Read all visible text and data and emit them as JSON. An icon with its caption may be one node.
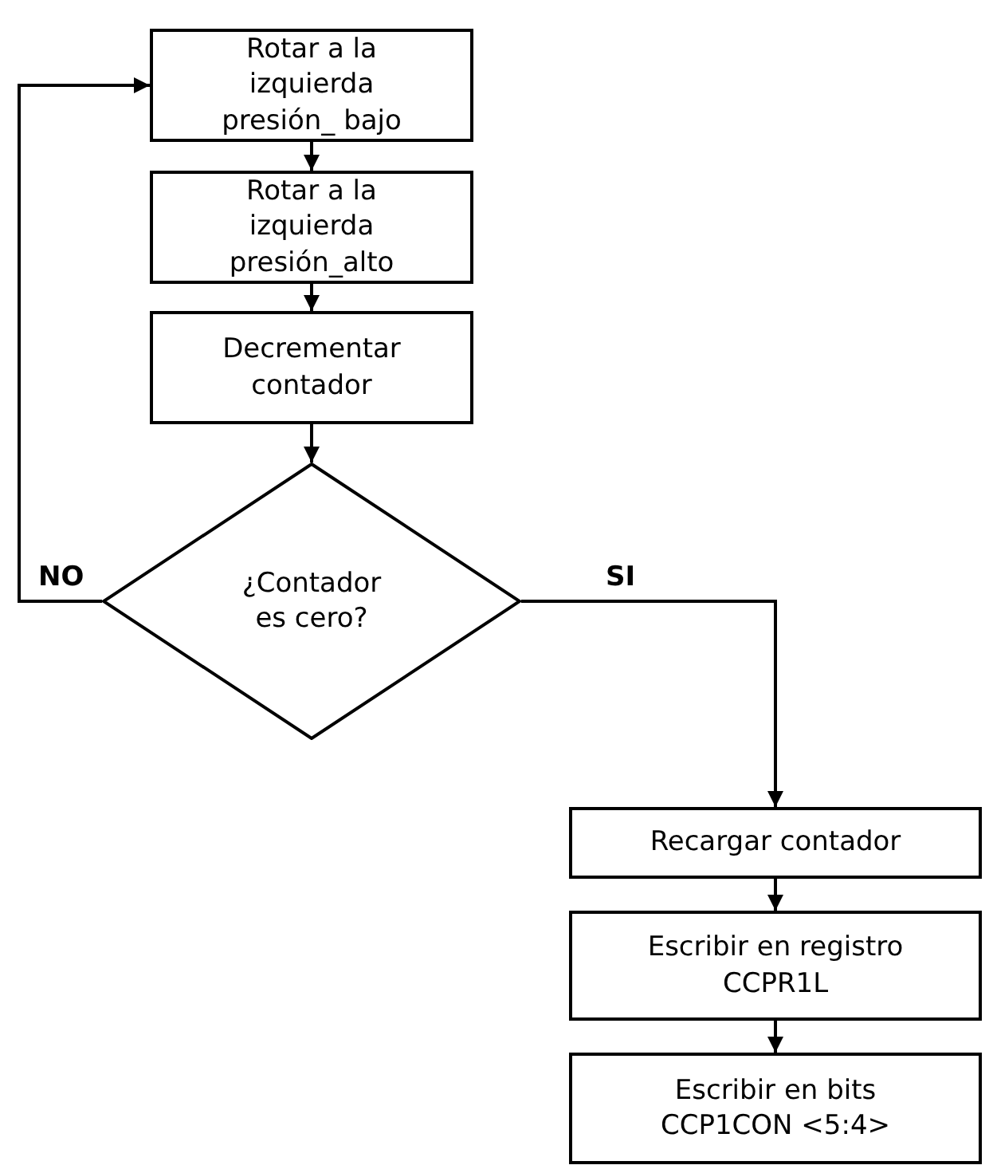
{
  "diagram": {
    "nodes": [
      {
        "text": [
          "Rotar a la izquierda presión_ bajo"
        ]
      },
      {
        "text": [
          "Rotar a la izquierda presión_alto"
        ]
      },
      {
        "text": [
          "Decrementar contador"
        ]
      },
      {
        "text": [
          "¿Contador es cero?"
        ]
      },
      {
        "text": [
          "Recargar contador"
        ]
      },
      {
        "text": [
          "Escribir en registro CCPR1L"
        ]
      },
      {
        "text": [
          "Escribir en bits CCP1CON <5:4>"
        ]
      }
    ],
    "edges": [
      {
        "from": 0,
        "to": 1,
        "arrow": "to"
      },
      {
        "from": 1,
        "to": 2,
        "arrow": "to"
      },
      {
        "from": 2,
        "to": 3,
        "arrow": "to"
      },
      {
        "from": 3,
        "to": 0,
        "arrow": "to",
        "label": "NO"
      },
      {
        "from": 3,
        "to": 4,
        "arrow": "to",
        "label": "SI"
      },
      {
        "from": 4,
        "to": 5,
        "arrow": "to"
      },
      {
        "from": 5,
        "to": 6,
        "arrow": "to"
      }
    ]
  }
}
